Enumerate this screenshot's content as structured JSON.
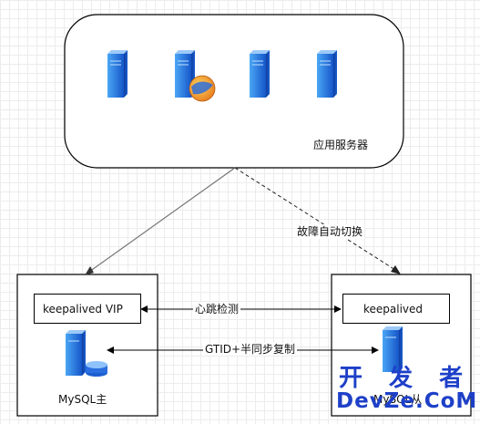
{
  "app_cluster": {
    "label": "应用服务器"
  },
  "edges": {
    "failover": "故障自动切换",
    "heartbeat": "心跳检测",
    "replication": "GTID+半同步复制"
  },
  "master": {
    "keepalived": "keepalived VIP",
    "db_label": "MySQL主"
  },
  "slave": {
    "keepalived": "keepalived",
    "db_label": "MySQL从"
  },
  "watermark": {
    "line1": "开 发 者",
    "line2": "DevZe.CoM"
  },
  "colors": {
    "server_blue": "#1f63d6",
    "stroke": "#000000",
    "arrow_gray": "#777777"
  }
}
